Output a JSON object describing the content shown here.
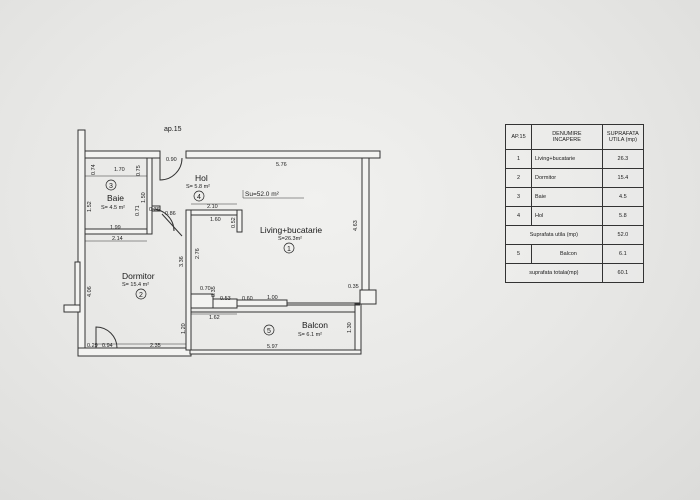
{
  "plan": {
    "apartment_label": "ap.15",
    "rooms": [
      {
        "id": "hol",
        "name": "Hol",
        "area": "S= 5.8 m²",
        "number": "4"
      },
      {
        "id": "baie",
        "name": "Baie",
        "area": "S= 4.5 m²",
        "number": "3"
      },
      {
        "id": "living",
        "name": "Living+bucatarie",
        "area": "S=26.3m²",
        "number": "1"
      },
      {
        "id": "dormitor",
        "name": "Dormitor",
        "area": "S= 15.4 m²",
        "number": "2"
      },
      {
        "id": "balcon",
        "name": "Balcon",
        "area": "S= 6.1 m²",
        "number": "5"
      }
    ],
    "total_area_label": "Su=52.0 m²",
    "dimensions": {
      "d_170": "1.70",
      "d_090": "0.90",
      "d_576": "5.76",
      "d_074": "0.74",
      "d_075": "0.75",
      "d_152": "1.52",
      "d_036": "0.36",
      "d_071": "0.71",
      "d_086": "0.86",
      "d_210": "2.10",
      "d_150": "1.50",
      "d_199": "1.99",
      "d_214": "2.14",
      "d_160": "1.60",
      "d_052": "0.52",
      "d_463": "4.63",
      "d_336": "3.36",
      "d_276": "2.76",
      "d_406": "4.06",
      "d_070": "0.70",
      "d_053": "0.53",
      "d_060": "0.60",
      "d_100": "1.00",
      "d_035": "0.35",
      "d_035b": "0.35",
      "d_162": "1.62",
      "d_120": "1.20",
      "d_130": "1.30",
      "d_029": "0.29",
      "d_094": "0.94",
      "d_235": "2.35",
      "d_597": "5.97",
      "d_035c": "0.35"
    }
  },
  "legend": {
    "headers": [
      "AP.15",
      "DENUMIRE\nINCAPERE",
      "SUPRAFATA\nUTILA (mp)"
    ],
    "rows": [
      {
        "nr": "1",
        "name": "Living+bucatarie",
        "area": "26.3"
      },
      {
        "nr": "2",
        "name": "Dormitor",
        "area": "15.4"
      },
      {
        "nr": "3",
        "name": "Baie",
        "area": "4.5"
      },
      {
        "nr": "4",
        "name": "Hol",
        "area": "5.8"
      }
    ],
    "subtotal_label": "Suprafata utila (mp)",
    "subtotal_value": "52.0",
    "balcony_row": {
      "nr": "5",
      "name": "Balcon",
      "area": "6.1"
    },
    "total_label": "suprafata totala(mp)",
    "total_value": "60.1"
  }
}
